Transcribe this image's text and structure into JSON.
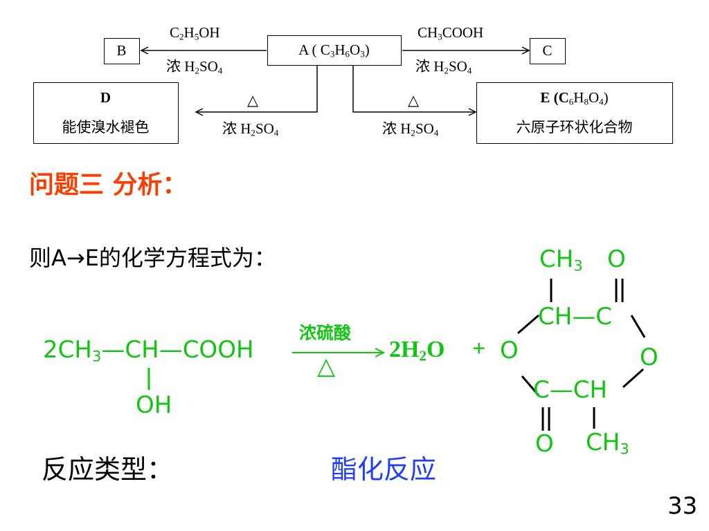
{
  "top_diagram": {
    "box_b": "B",
    "box_a": {
      "pre": "A ( C",
      "s1": "3",
      "mid1": "H",
      "s2": "6",
      "mid2": "O",
      "s3": "3",
      "post": ")"
    },
    "box_c": "C",
    "box_d": {
      "title": "D",
      "caption": "能使溴水褪色"
    },
    "box_e": {
      "title_pre": "E (C",
      "s1": "6",
      "mid1": "H",
      "s2": "8",
      "mid2": "O",
      "s3": "4",
      "post": ")",
      "caption": "六原子环状化合物"
    },
    "arrow_ab": {
      "top_pre": "C",
      "top_s1": "2",
      "top_mid": "H",
      "top_s2": "5",
      "top_post": "OH",
      "bottom_pre": "浓 H",
      "bottom_s1": "2",
      "bottom_mid": "SO",
      "bottom_s2": "4"
    },
    "arrow_ac": {
      "top_pre": "CH",
      "top_s1": "3",
      "top_post": "COOH",
      "bottom_pre": "浓 H",
      "bottom_s1": "2",
      "bottom_mid": "SO",
      "bottom_s2": "4"
    },
    "arrow_ad": {
      "top": "△",
      "bottom_pre": "浓 H",
      "bottom_s1": "2",
      "bottom_mid": "SO",
      "bottom_s2": "4"
    },
    "arrow_ae": {
      "top": "△",
      "bottom_pre": "浓 H",
      "bottom_s1": "2",
      "bottom_mid": "SO",
      "bottom_s2": "4"
    }
  },
  "heading": "问题三 分析：",
  "equation_intro": "则A→E的化学方程式为：",
  "reactant": {
    "coef": "2CH",
    "sub": "3",
    "dash1": "—",
    "ch": "CH",
    "dash2": "—",
    "cooh": "COOH",
    "oh": "OH"
  },
  "condition_top": "浓硫酸",
  "condition_bottom": "△",
  "water": {
    "pre": "2H",
    "sub": "2",
    "post": "O"
  },
  "plus": "+",
  "ring": {
    "ch3_top": "CH",
    "ch3_top_sub": "3",
    "o_top": "O",
    "ch_top": "CH—C",
    "o_left": "O",
    "o_right": "O",
    "c_bottom": "C—CH",
    "o_bottom": "O",
    "ch3_bottom": "CH",
    "ch3_bottom_sub": "3"
  },
  "reaction_type_label": "反应类型：",
  "reaction_type_value": "酯化反应",
  "page_number": "33",
  "colors": {
    "heading": "#ff3c00",
    "formula": "#13c413",
    "answer": "#1f3cff",
    "text": "#000000"
  }
}
